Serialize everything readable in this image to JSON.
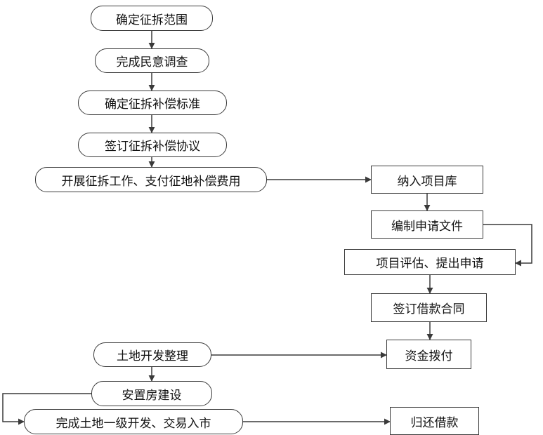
{
  "nodes": {
    "n1": "确定征拆范围",
    "n2": "完成民意调查",
    "n3": "确定征拆补偿标准",
    "n4": "签订征拆补偿协议",
    "n5": "开展征拆工作、支付征地补偿费用",
    "n6": "纳入项目库",
    "n7": "编制申请文件",
    "n8": "项目评估、提出申请",
    "n9": "签订借款合同",
    "n10": "土地开发整理",
    "n11": "资金拨付",
    "n12": "安置房建设",
    "n13": "完成土地一级开发、交易入市",
    "n14": "归还借款"
  },
  "colors": {
    "stroke": "#3a3a3a",
    "text": "#111111",
    "background": "#ffffff"
  }
}
